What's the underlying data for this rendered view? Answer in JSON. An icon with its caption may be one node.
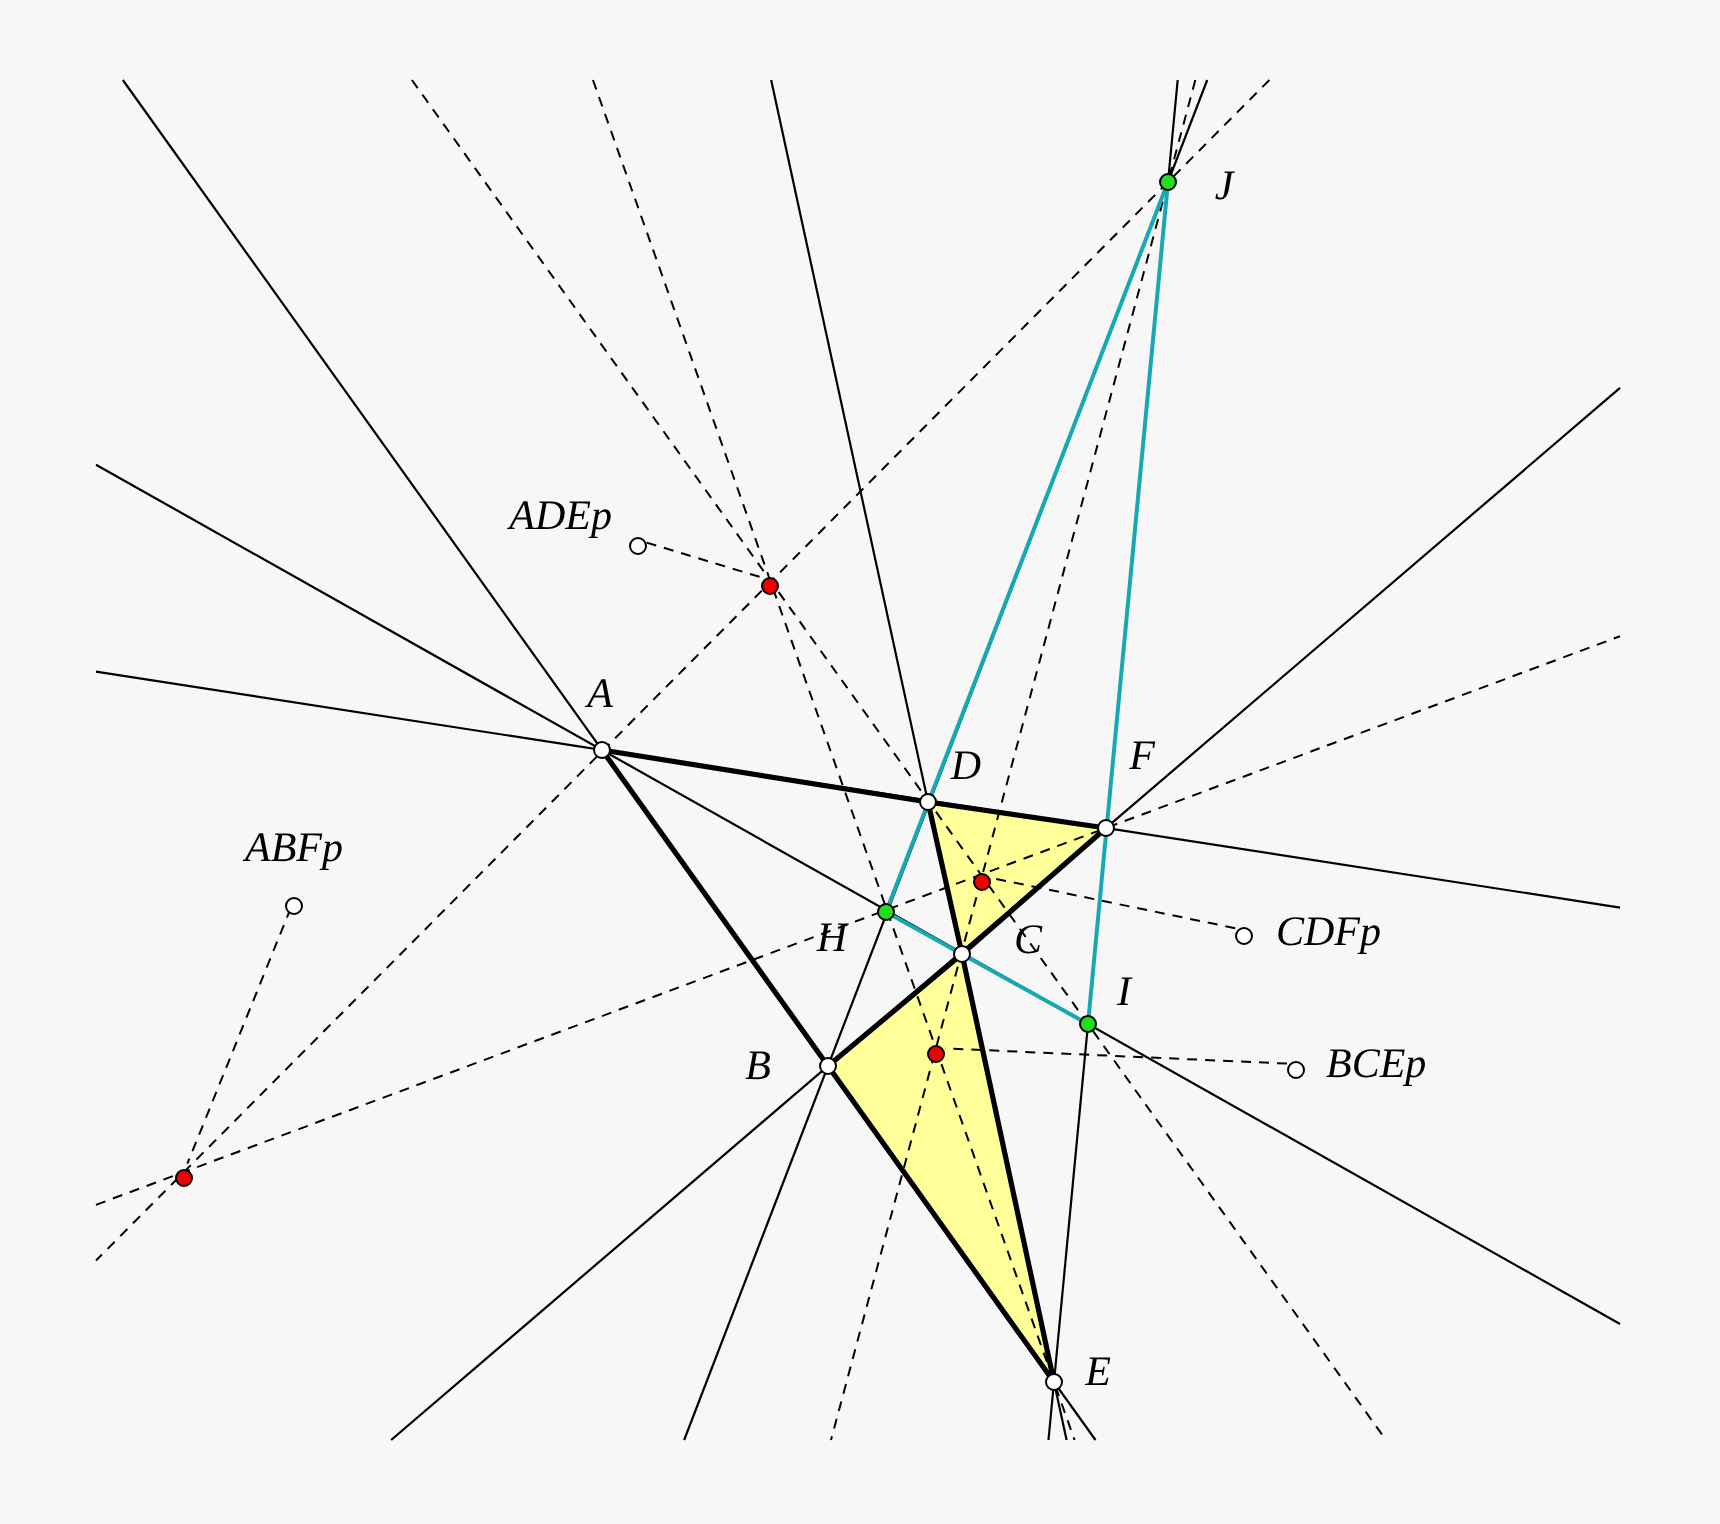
{
  "diagram": {
    "nodes": [
      {
        "text": [],
        "shape": "circle",
        "beside": [
          "ABFp"
        ]
      },
      {
        "text": [],
        "shape": "circle",
        "beside": [
          "ADEp"
        ]
      },
      {
        "text": [],
        "shape": "circle",
        "beside": [
          "CDFp"
        ]
      },
      {
        "text": [],
        "shape": "circle",
        "beside": [
          "BCEp"
        ]
      },
      {
        "text": [],
        "shape": "circle"
      },
      {
        "text": [],
        "shape": "circle"
      },
      {
        "text": [],
        "shape": "circle"
      },
      {
        "text": [],
        "shape": "circle"
      }
    ],
    "edges": [
      {
        "from": 0,
        "to": 4,
        "arrow": "none",
        "style": "dashed"
      },
      {
        "from": 1,
        "to": 5,
        "arrow": "none",
        "style": "dashed"
      },
      {
        "from": 2,
        "to": 7,
        "arrow": "none",
        "style": "dashed"
      },
      {
        "from": 3,
        "to": 6,
        "arrow": "none",
        "style": "dashed"
      }
    ],
    "labels": [
      "J",
      "A",
      "F",
      "D",
      "H",
      "C",
      "I",
      "B",
      "E"
    ]
  }
}
